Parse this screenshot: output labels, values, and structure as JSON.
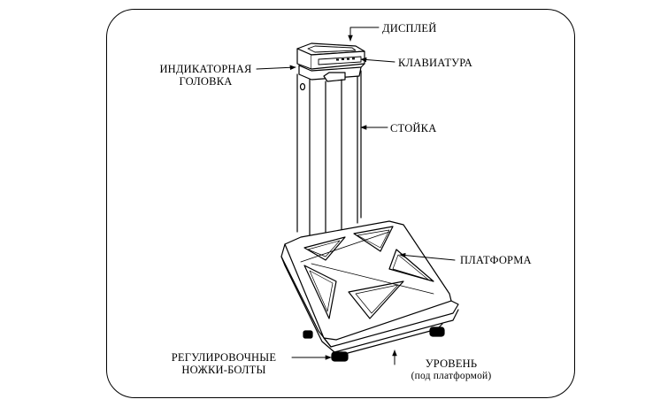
{
  "labels": {
    "display": "ДИСПЛЕЙ",
    "indicator_head": [
      "ИНДИКАТОРНАЯ",
      "ГОЛОВКА"
    ],
    "keyboard": "КЛАВИАТУРА",
    "column": "СТОЙКА",
    "platform": "ПЛАТФОРМА",
    "feet": [
      "РЕГУЛИРОВОЧНЫЕ",
      "НОЖКИ-БОЛТЫ"
    ],
    "level": [
      "УРОВЕНЬ",
      "(под платформой)"
    ]
  },
  "colors": {
    "stroke": "#000000",
    "background": "#ffffff"
  }
}
